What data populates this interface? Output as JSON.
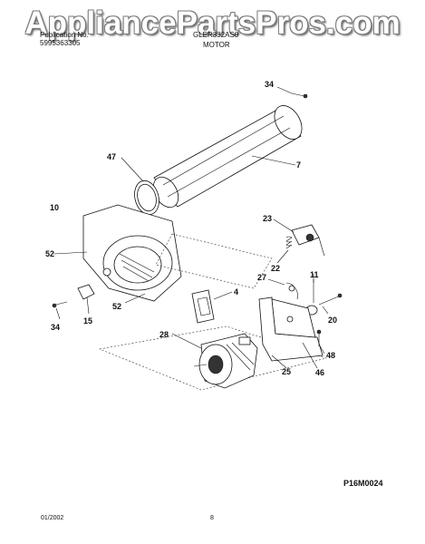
{
  "watermark": "AppliancePartsPros.com",
  "header": {
    "line1_left": "Publication No.",
    "line2_left": "5995363305",
    "model": "GLER332AS0",
    "section": "MOTOR"
  },
  "callouts": [
    "34",
    "47",
    "7",
    "10",
    "23",
    "52",
    "22",
    "27",
    "11",
    "4",
    "15",
    "52",
    "34",
    "20",
    "28",
    "48",
    "25",
    "46"
  ],
  "diagram_ref": "P16M0024",
  "footer": {
    "date": "01/2002",
    "page": "8"
  }
}
